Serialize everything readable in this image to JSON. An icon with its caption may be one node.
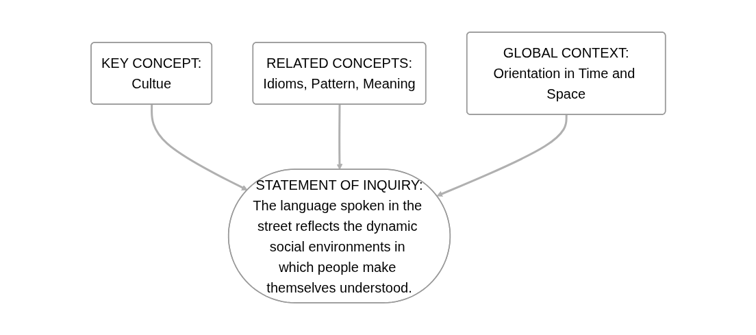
{
  "diagram": {
    "nodes": [
      {
        "text": [
          "KEY CONCEPT:",
          "Cultue"
        ]
      },
      {
        "text": [
          "RELATED CONCEPTS:",
          "Idioms, Pattern, Meaning"
        ]
      },
      {
        "text": [
          "GLOBAL CONTEXT:",
          "Orientation in Time and Space"
        ]
      },
      {
        "text": [
          "STATEMENT OF INQUIRY:",
          "The language spoken in the street reflects the dynamic social environments in which people make themselves understood."
        ]
      }
    ],
    "edges": [
      {
        "from": 0,
        "to": 3,
        "arrow": "to"
      },
      {
        "from": 1,
        "to": 3,
        "arrow": "to"
      },
      {
        "from": 2,
        "to": 3,
        "arrow": "to"
      }
    ]
  }
}
